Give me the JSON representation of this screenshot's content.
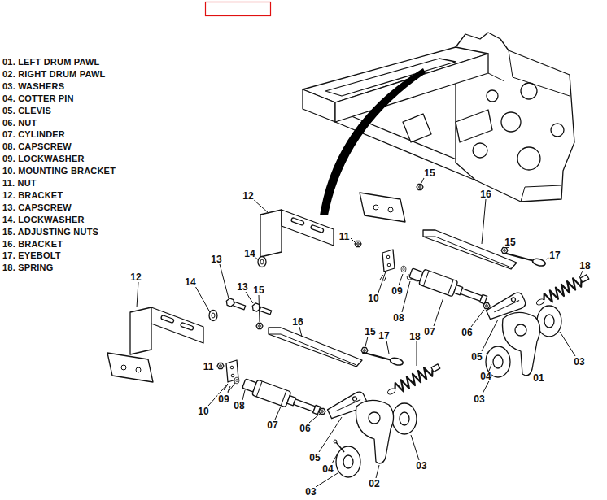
{
  "diagram": {
    "labels": [
      "01. LEFT DRUM PAWL",
      "02. RIGHT DRUM PAWL",
      "03. WASHERS",
      "04. COTTER PIN",
      "05. CLEVIS",
      "06. NUT",
      "07. CYLINDER",
      "08. CAPSCREW",
      "09. LOCKWASHER",
      "10. MOUNTING BRACKET",
      "11. NUT",
      "12. BRACKET",
      "13. CAPSCREW",
      "14. LOCKWASHER",
      "15. ADJUSTING NUTS",
      "16. BRACKET",
      "17. EYEBOLT",
      "18. SPRING",
      "12",
      "15",
      "16",
      "11",
      "14",
      "15",
      "17",
      "18",
      "13",
      "12",
      "14",
      "13",
      "15",
      "10",
      "09",
      "08",
      "07",
      "06",
      "05",
      "04",
      "03",
      "01",
      "03",
      "16",
      "15",
      "17",
      "18",
      "11",
      "09",
      "08",
      "10",
      "07",
      "06",
      "05",
      "04",
      "03",
      "02",
      "03"
    ]
  }
}
